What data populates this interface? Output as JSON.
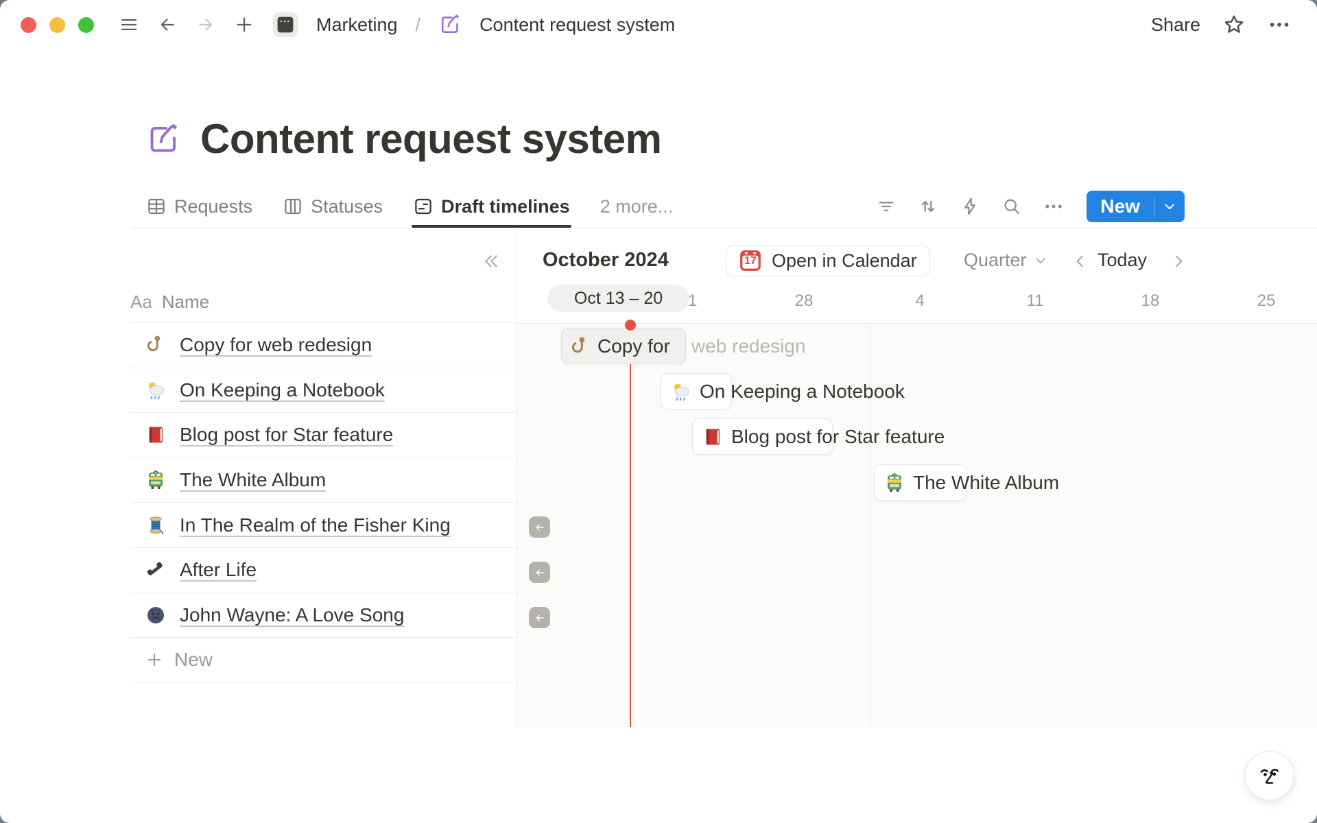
{
  "colors": {
    "accent_blue": "#2383e2",
    "today_red": "#df5341",
    "page_purple": "#9c6bcb",
    "text_dark": "#37352f",
    "traffic_red": "#f35f57",
    "traffic_yellow": "#f6bd40",
    "traffic_green": "#43c13e"
  },
  "titlebar": {
    "breadcrumb": {
      "workspace_icon": "workspace-icon",
      "workspace_label": "Marketing",
      "separator": "/",
      "page_icon": "memo-icon",
      "page_label": "Content request system"
    },
    "share_label": "Share"
  },
  "page": {
    "icon": "memo-icon",
    "title": "Content request system"
  },
  "tabs": [
    {
      "icon": "table-view-icon",
      "label": "Requests"
    },
    {
      "icon": "board-view-icon",
      "label": "Statuses"
    },
    {
      "icon": "timeline-view-icon",
      "label": "Draft timelines"
    },
    {
      "label": "2 more..."
    }
  ],
  "view_toolbar": {
    "icons": [
      "filter-icon",
      "sort-icon",
      "bolt-icon",
      "search-icon",
      "more-icon"
    ],
    "new_button": {
      "label": "New",
      "chevron_icon": "chevron-down-icon"
    }
  },
  "list": {
    "header": {
      "type_badge": "Aa",
      "label": "Name"
    },
    "items": [
      {
        "icon": "hook-emoji",
        "name": "Copy for web redesign"
      },
      {
        "icon": "sun-rain-cloud-emoji",
        "name": "On Keeping a Notebook"
      },
      {
        "icon": "red-book-emoji",
        "name": "Blog post for Star feature"
      },
      {
        "icon": "tram-emoji",
        "name": "The White Album"
      },
      {
        "icon": "thread-emoji",
        "name": "In The Realm of the Fisher King"
      },
      {
        "icon": "phone-emoji",
        "name": "After Life"
      },
      {
        "icon": "moon-face-emoji",
        "name": "John Wayne: A Love Song"
      }
    ],
    "new_row_label": "New"
  },
  "timeline": {
    "month_label": "October 2024",
    "open_in_calendar": {
      "icon_day": "17",
      "label": "Open in Calendar"
    },
    "zoom_select": {
      "value": "Quarter"
    },
    "today_label": "Today",
    "selected_range_label": "Oct 13 – 20",
    "week_ticks": [
      "21",
      "28",
      "4",
      "11",
      "18",
      "25"
    ],
    "bars": [
      {
        "icon": "hook-emoji",
        "label": "Copy for",
        "overflow_label": "web redesign"
      },
      {
        "icon": "sun-rain-cloud-emoji",
        "label": "On Keeping a Notebook"
      },
      {
        "icon": "red-book-emoji",
        "label": "Blog post for Star feature"
      },
      {
        "icon": "tram-emoji",
        "label": "The White Album"
      }
    ],
    "offscreen_left_indicators": 3
  }
}
